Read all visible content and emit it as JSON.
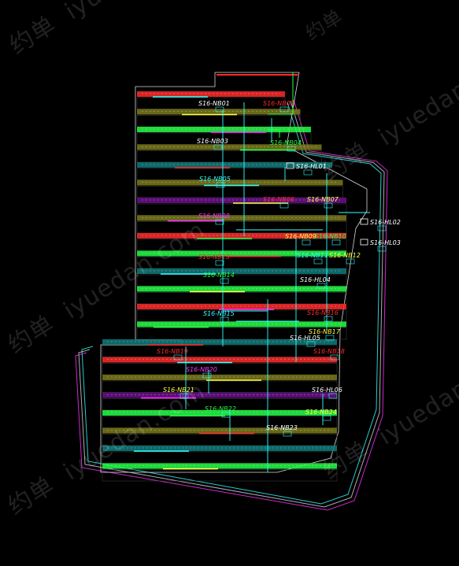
{
  "watermark": {
    "brand": "约单",
    "url": "iyuedan.com"
  },
  "colors": {
    "background": "#000000",
    "outline": "#d8d8d8",
    "red": "#ff2a2a",
    "yellow": "#ffff44",
    "green": "#22ff44",
    "cyan": "#33ffff",
    "magenta": "#ff33ff",
    "white": "#ffffff",
    "dark_red": "#7a0f0f",
    "olive": "#7a7a1a",
    "dark_green": "#0f6a18",
    "teal": "#0f7a7a",
    "purple": "#6a108a",
    "dark_gray": "#3a3a3a"
  },
  "labels": [
    {
      "id": "nb01",
      "text": "S16-NB01",
      "color": "white"
    },
    {
      "id": "nb02",
      "text": "S16-NB02",
      "color": "red"
    },
    {
      "id": "nb03",
      "text": "S16-NB03",
      "color": "white"
    },
    {
      "id": "nb04",
      "text": "S16-NB04",
      "color": "green"
    },
    {
      "id": "hl01",
      "text": "S16-HL01",
      "color": "white"
    },
    {
      "id": "nb05",
      "text": "S16-NB05",
      "color": "cyan"
    },
    {
      "id": "nb06",
      "text": "S16-NB06",
      "color": "red"
    },
    {
      "id": "nb07",
      "text": "S16-NB07",
      "color": "yellow"
    },
    {
      "id": "nb08",
      "text": "S16-NB08",
      "color": "magenta"
    },
    {
      "id": "hl02",
      "text": "S16-HL02",
      "color": "white"
    },
    {
      "id": "nb09",
      "text": "S16-NB09",
      "color": "yellow"
    },
    {
      "id": "nb10",
      "text": "S16-NB10",
      "color": "green"
    },
    {
      "id": "hl03",
      "text": "S16-HL03",
      "color": "white"
    },
    {
      "id": "nb11",
      "text": "S16-NB11",
      "color": "cyan"
    },
    {
      "id": "nb13",
      "text": "S16-NB13",
      "color": "red"
    },
    {
      "id": "nb12",
      "text": "S16-NB12",
      "color": "yellow"
    },
    {
      "id": "nb14",
      "text": "S16-NB14",
      "color": "green"
    },
    {
      "id": "hl04",
      "text": "S16-HL04",
      "color": "white"
    },
    {
      "id": "nb15",
      "text": "S16-NB15",
      "color": "cyan"
    },
    {
      "id": "nb16",
      "text": "S16-NB16",
      "color": "red"
    },
    {
      "id": "nb17",
      "text": "S16-NB17",
      "color": "yellow"
    },
    {
      "id": "hl05",
      "text": "S16-HL05",
      "color": "white"
    },
    {
      "id": "nb18",
      "text": "S16-NB18",
      "color": "red"
    },
    {
      "id": "nb19",
      "text": "S16-NB19",
      "color": "red"
    },
    {
      "id": "nb20",
      "text": "S16-NB20",
      "color": "magenta"
    },
    {
      "id": "nb21",
      "text": "S16-NB21",
      "color": "yellow"
    },
    {
      "id": "hl06",
      "text": "S16-HL06",
      "color": "white"
    },
    {
      "id": "nb22",
      "text": "S16-NB22",
      "color": "green"
    },
    {
      "id": "nb24",
      "text": "S16-NB24",
      "color": "yellow"
    },
    {
      "id": "nb23",
      "text": "S16-NB23",
      "color": "white"
    }
  ],
  "row_colors": [
    "red",
    "olive",
    "green",
    "olive",
    "teal",
    "olive",
    "purple",
    "olive",
    "red",
    "green",
    "teal",
    "green",
    "red",
    "green",
    "teal",
    "red",
    "olive",
    "purple",
    "green",
    "olive",
    "teal",
    "green"
  ]
}
